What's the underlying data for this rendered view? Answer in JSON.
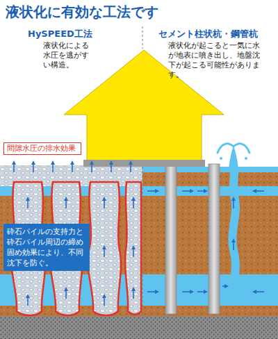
{
  "diagram": {
    "title": "液状化に有効な工法です",
    "nodes": [
      {
        "text": [
          "間隙水圧の排水効果"
        ]
      },
      {
        "text": [
          "砕石パイルの支持力と砕石パイル周辺の締め固め効果により、不同沈下を防ぐ。"
        ]
      }
    ],
    "labels": [
      "HySPEED工法",
      "液状化による水圧を逃がすい構造。",
      "セメント柱状杭・鋼管杭",
      "液状化が起こると一気に水が地表に噴き出し、地盤沈下が起こる可能性があります。"
    ]
  }
}
